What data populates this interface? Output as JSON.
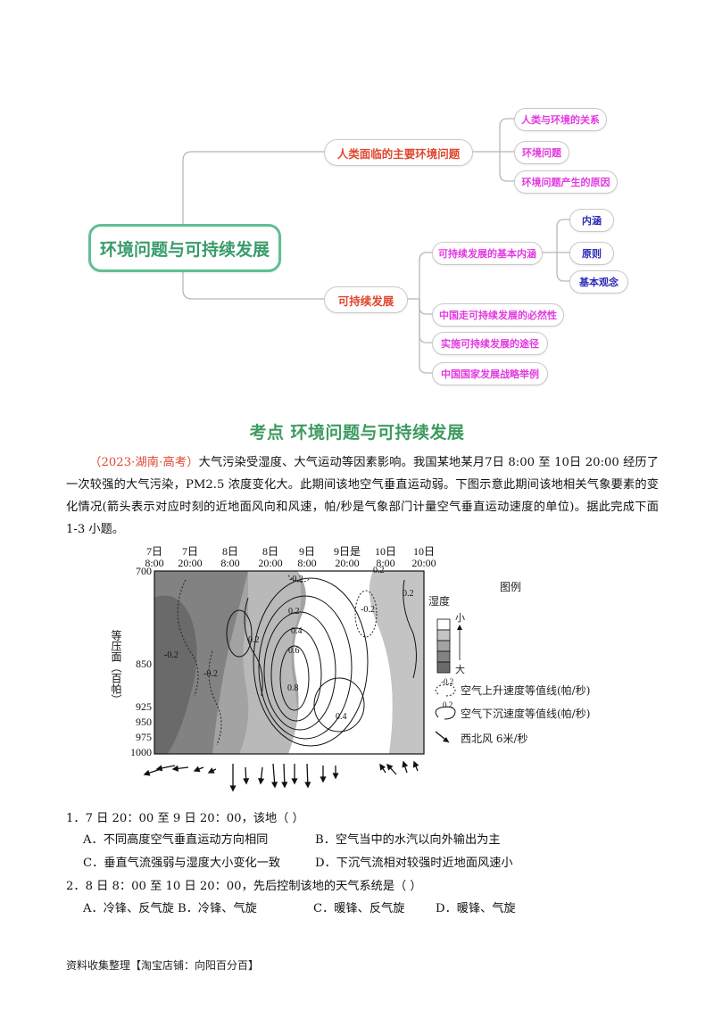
{
  "mindmap": {
    "root": "环境问题与可持续发展",
    "branches": [
      {
        "label": "人类面临的主要环境问题",
        "children": [
          "人类与环境的关系",
          "环境问题",
          "环境问题产生的原因"
        ]
      },
      {
        "label": "可持续发展",
        "children": [
          "可持续发展的基本内涵",
          "中国走可持续发展的必然性",
          "实施可持续发展的途径",
          "中国国家发展战略举例"
        ],
        "sub": {
          "parent": "可持续发展的基本内涵",
          "children": [
            "内涵",
            "原则",
            "基本观念"
          ]
        }
      }
    ],
    "colors": {
      "root": "#5fbf95",
      "level1": "#e0472f",
      "level2": "#e23ae0",
      "level3": "#2a2ab8"
    }
  },
  "section_title": "考点  环境问题与可持续发展",
  "intro": {
    "source": "（2023·湖南·高考）",
    "text": "大气污染受湿度、大气运动等因素影响。我国某地某月7日 8:00  至 10日 20:00 经历了一次较强的大气污染，PM2.5 浓度变化大。此期间该地空气垂直运动弱。下图示意此期间该地相关气象要素的变化情况(箭头表示对应时刻的近地面风向和风速，帕/秒是气象部门计量空气垂直运动速度的单位)。据此完成下面 1-3 小题。"
  },
  "figure": {
    "time_labels": [
      {
        "day": "7日",
        "time": "8:00"
      },
      {
        "day": "7日",
        "time": "20:00"
      },
      {
        "day": "8日",
        "time": "8:00"
      },
      {
        "day": "8日",
        "time": "20:00"
      },
      {
        "day": "9日",
        "time": "8:00"
      },
      {
        "day": "9日是",
        "time": "20:00"
      },
      {
        "day": "10日",
        "time": "8:00"
      },
      {
        "day": "10日",
        "time": "20:00"
      }
    ],
    "y_ticks": [
      "700",
      "850",
      "925",
      "950",
      "975",
      "1000"
    ],
    "y_axis_label": "等压面（百帕）",
    "contour_labels": [
      "-0.2",
      "-0.2",
      "0.2",
      "0.2",
      "0.4",
      "0.6",
      "0.8",
      "0.4",
      "-0.2",
      "0.2",
      "-0.2",
      "0.2"
    ],
    "legend": {
      "title": "图例",
      "humidity": "湿度",
      "small": "小",
      "large": "大",
      "rise_value": "-0.2",
      "rise_label": "空气上升速度等值线(帕/秒)",
      "sink_value": "0.2",
      "sink_label": "空气下沉速度等值线(帕/秒)",
      "wind_label": "西北风    6米/秒"
    }
  },
  "questions": [
    {
      "stem": "1．7 日 20：00 至 9 日 20：00，该地（        ）",
      "options": [
        [
          "A．不同高度空气垂直运动方向相同",
          "B．空气当中的水汽以向外输出为主"
        ],
        [
          "C．垂直气流强弱与湿度大小变化一致",
          "D．下沉气流相对较强时近地面风速小"
        ]
      ]
    },
    {
      "stem": "2．8 日 8：00 至 10 日 20：00，先后控制该地的天气系统是（        ）",
      "options": [
        [
          "A．冷锋、反气旋   B．冷锋、气旋",
          "C．暖锋、反气旋",
          "D．暖锋、气旋"
        ]
      ]
    }
  ],
  "footer": "资料收集整理【淘宝店铺：向阳百分百】"
}
